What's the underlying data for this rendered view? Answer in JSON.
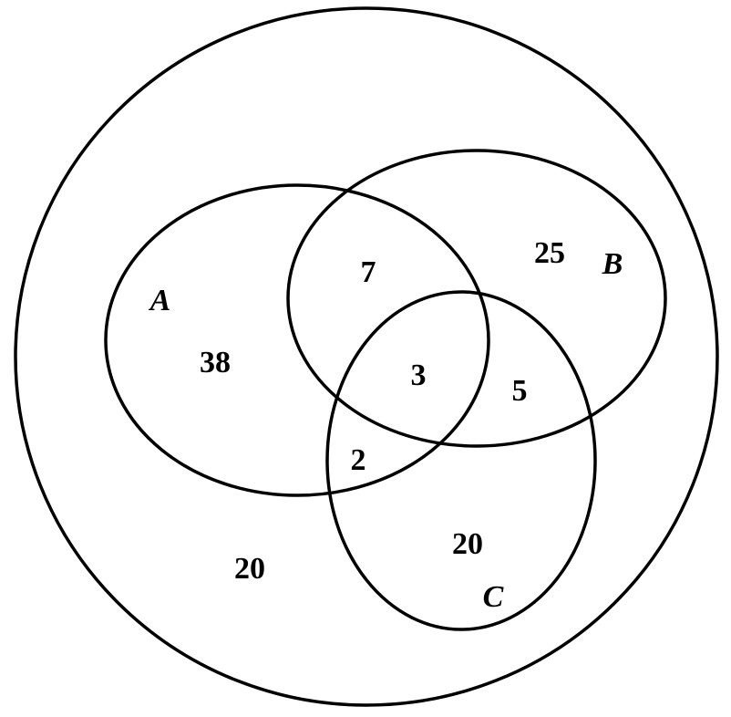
{
  "sets": {
    "a_label": "A",
    "b_label": "B",
    "c_label": "C"
  },
  "regions": {
    "a_only": "38",
    "b_only": "25",
    "c_only": "20",
    "a_and_b_only": "7",
    "b_and_c_only": "5",
    "a_and_c_only": "2",
    "a_b_c": "3",
    "outside": "20"
  }
}
